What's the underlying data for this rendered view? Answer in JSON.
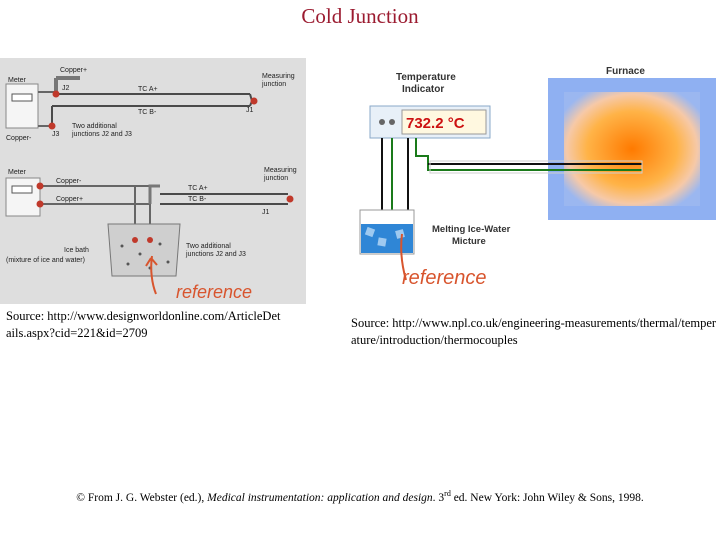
{
  "title": "Cold Junction",
  "left_diagram": {
    "top": {
      "meter": "Meter",
      "copper_plus": "Copper+",
      "j2": "J2",
      "tc_a_plus": "TC A+",
      "tc_b_minus": "TC B-",
      "measuring_junction": [
        "Measuring",
        "junction"
      ],
      "j1": "J1",
      "j3": "J3",
      "copper_minus": "Copper-",
      "two_additional": [
        "Two additional",
        "junctions J2 and J3"
      ]
    },
    "bottom": {
      "meter": "Meter",
      "copper_minus": "Copper-",
      "copper_plus": "Copper+",
      "tc_a_plus": "TC A+",
      "tc_b_minus": "TC B-",
      "measuring_junction": [
        "Measuring",
        "junction"
      ],
      "j1": "J1",
      "ice_bath": [
        "Ice bath",
        "(mixture of ice and water)"
      ],
      "two_additional": [
        "Two additional",
        "junctions J2 and J3"
      ]
    },
    "handwritten": "reference"
  },
  "right_diagram": {
    "temperature_indicator": [
      "Temperature",
      "Indicator"
    ],
    "display_value": "732.2 °C",
    "furnace": "Furnace",
    "melting_ice_water": [
      "Melting Ice-Water",
      "Micture"
    ],
    "handwritten": "reference"
  },
  "source_left": "Source: http://www.designworldonline.com/ArticleDetails.aspx?cid=221&id=2709",
  "source_right": "Source: http://www.npl.co.uk/engineering-measurements/thermal/temperature/introduction/thermocouples",
  "footer": {
    "prefix": "© From J. G. Webster (ed.), ",
    "book_title": "Medical instrumentation: application and design",
    "middle": ". 3",
    "edition_sup": "rd",
    "suffix": " ed. New York: John Wiley & Sons, 1998."
  },
  "colors": {
    "title": "#9b1b30",
    "handwriting": "#d8552e",
    "furnace_core": "#ff7a00",
    "display": "#cc1111"
  }
}
